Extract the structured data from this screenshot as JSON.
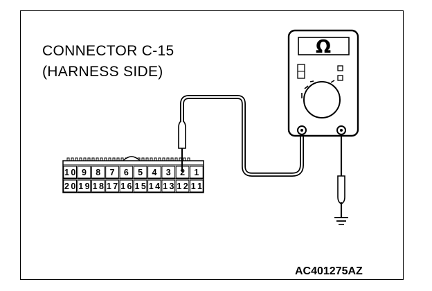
{
  "connector": {
    "title_line1": "CONNECTOR C-15",
    "title_line2": "(HARNESS SIDE)",
    "top_row_pins": [
      "10",
      "9",
      "8",
      "7",
      "6",
      "5",
      "4",
      "3",
      "2",
      "1"
    ],
    "bottom_row_pins": [
      "20",
      "19",
      "18",
      "17",
      "16",
      "15",
      "14",
      "13",
      "12",
      "11"
    ]
  },
  "meter": {
    "display_symbol": "Ω"
  },
  "icons": {
    "meter": "ohmmeter-icon",
    "ground": "ground-symbol-icon",
    "probe": "probe-icon"
  },
  "figure_id": "AC401275AZ"
}
